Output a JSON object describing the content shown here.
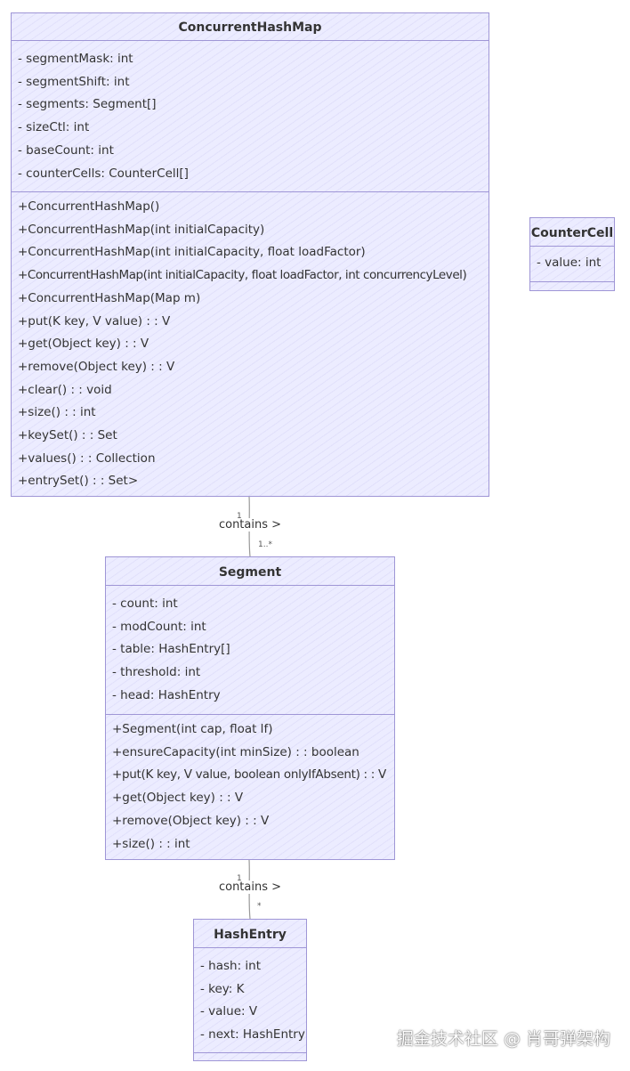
{
  "classes": [
    {
      "id": "concurrent-hash-map",
      "name": "ConcurrentHashMap",
      "attributes": [
        "- segmentMask: int",
        "- segmentShift: int",
        "- segments: Segment[]",
        "- sizeCtl: int",
        "- baseCount: int",
        "- counterCells: CounterCell[]"
      ],
      "methods": [
        "+ConcurrentHashMap()",
        "+ConcurrentHashMap(int initialCapacity)",
        "+ConcurrentHashMap(int initialCapacity, float loadFactor)",
        "+ConcurrentHashMap(int initialCapacity, float loadFactor, int concurrencyLevel)",
        "+ConcurrentHashMap(Map m)",
        "+put(K key, V value) : : V",
        "+get(Object key) : : V",
        "+remove(Object key) : : V",
        "+clear() : : void",
        "+size() : : int",
        "+keySet() : : Set",
        "+values() : : Collection",
        "+entrySet() : : Set>"
      ]
    },
    {
      "id": "counter-cell",
      "name": "CounterCell",
      "attributes": [
        "- value: int"
      ],
      "methods": []
    },
    {
      "id": "segment",
      "name": "Segment",
      "attributes": [
        "- count: int",
        "- modCount: int",
        "- table: HashEntry[]",
        "- threshold: int",
        "- head: HashEntry"
      ],
      "methods": [
        "+Segment(int cap, float lf)",
        "+ensureCapacity(int minSize) : : boolean",
        "+put(K key, V value, boolean onlyIfAbsent) : : V",
        "+get(Object key) : : V",
        "+remove(Object key) : : V",
        "+size() : : int"
      ]
    },
    {
      "id": "hash-entry",
      "name": "HashEntry",
      "attributes": [
        "- hash: int",
        "- key: K",
        "- value: V",
        "- next: HashEntry"
      ],
      "methods": []
    }
  ],
  "relations": [
    {
      "from": "concurrent-hash-map",
      "to": "segment",
      "label": "contains >",
      "from_multiplicity": "1",
      "to_multiplicity": "1..*"
    },
    {
      "from": "segment",
      "to": "hash-entry",
      "label": "contains >",
      "from_multiplicity": "1",
      "to_multiplicity": "*"
    }
  ],
  "watermark": "掘金技术社区 @ 肖哥弹架构",
  "colors": {
    "box_fill": "#ececff",
    "box_border": "#9f96d6",
    "text": "#333333",
    "line": "#999999"
  }
}
